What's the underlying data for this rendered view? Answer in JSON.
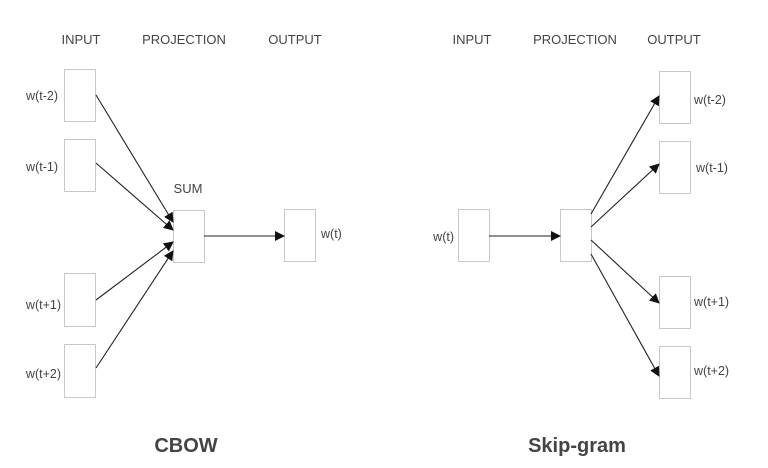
{
  "diagrams": [
    {
      "id": "cbow",
      "title": "CBOW",
      "headers": {
        "input": "INPUT",
        "projection": "PROJECTION",
        "output": "OUTPUT"
      },
      "projection_label": "SUM",
      "inputs": [
        "w(t-2)",
        "w(t-1)",
        "w(t+1)",
        "w(t+2)"
      ],
      "outputs": [
        "w(t)"
      ]
    },
    {
      "id": "skipgram",
      "title": "Skip-gram",
      "headers": {
        "input": "INPUT",
        "projection": "PROJECTION",
        "output": "OUTPUT"
      },
      "inputs": [
        "w(t)"
      ],
      "outputs": [
        "w(t-2)",
        "w(t-1)",
        "w(t+1)",
        "w(t+2)"
      ]
    }
  ]
}
